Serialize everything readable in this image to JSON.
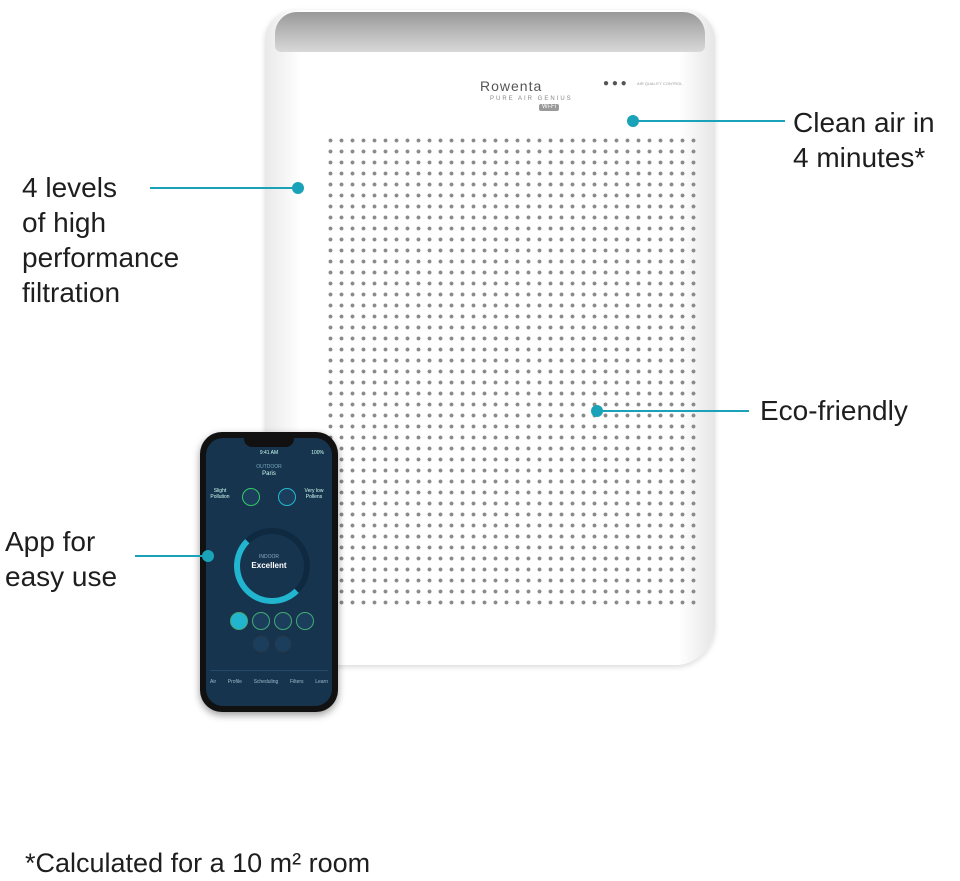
{
  "callouts": {
    "filtration": [
      "4 levels",
      "of high",
      "performance",
      "filtration"
    ],
    "clean_air": [
      "Clean air in",
      "4 minutes*"
    ],
    "eco": "Eco-friendly",
    "app": [
      "App for",
      "easy use"
    ]
  },
  "footnote": "*Calculated for a 10 m² room",
  "product": {
    "brand": "Rowenta",
    "subline": "PURE AIR GENIUS",
    "badge": "Wi-Fi",
    "indicator_label": "AIR QUALITY CONTROL"
  },
  "phone": {
    "time": "9:41 AM",
    "battery": "100%",
    "outdoor_label": "OUTDOOR",
    "location": "Paris",
    "pollution": "Slight Pollution",
    "pollens": "Very low Pollens",
    "indoor_label": "INDOOR",
    "indoor_status": "Excellent",
    "nav": [
      "Air",
      "Profile",
      "Scheduling",
      "Filters",
      "Learn"
    ]
  },
  "accent_color": "#1aa3b8"
}
